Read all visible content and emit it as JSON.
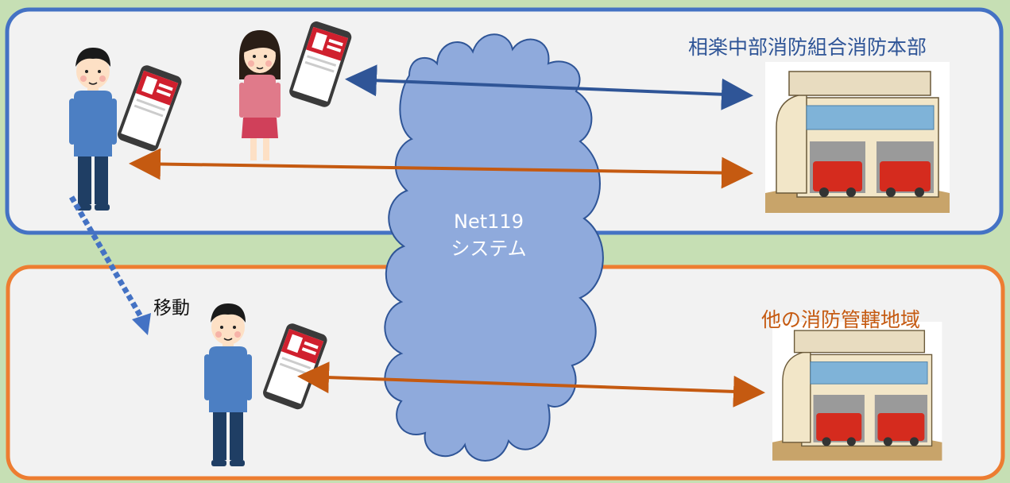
{
  "top_region": {
    "title": "相楽中部消防組合消防本部",
    "border_color": "#4472c4"
  },
  "bottom_region": {
    "title": "他の消防管轄地域",
    "border_color": "#ed7d31"
  },
  "cloud": {
    "line1": "Net119",
    "line2": "システム",
    "fill_color": "#8faadc"
  },
  "move_label": "移動",
  "colors": {
    "background": "#c6dfb4",
    "panel": "#f2f2f2",
    "blue_arrow": "#2f5597",
    "orange_arrow": "#c55a11",
    "dotted_arrow": "#4472c4"
  },
  "icons": [
    "man-user-icon",
    "woman-user-icon",
    "smartphone-icon",
    "fire-station-icon"
  ]
}
